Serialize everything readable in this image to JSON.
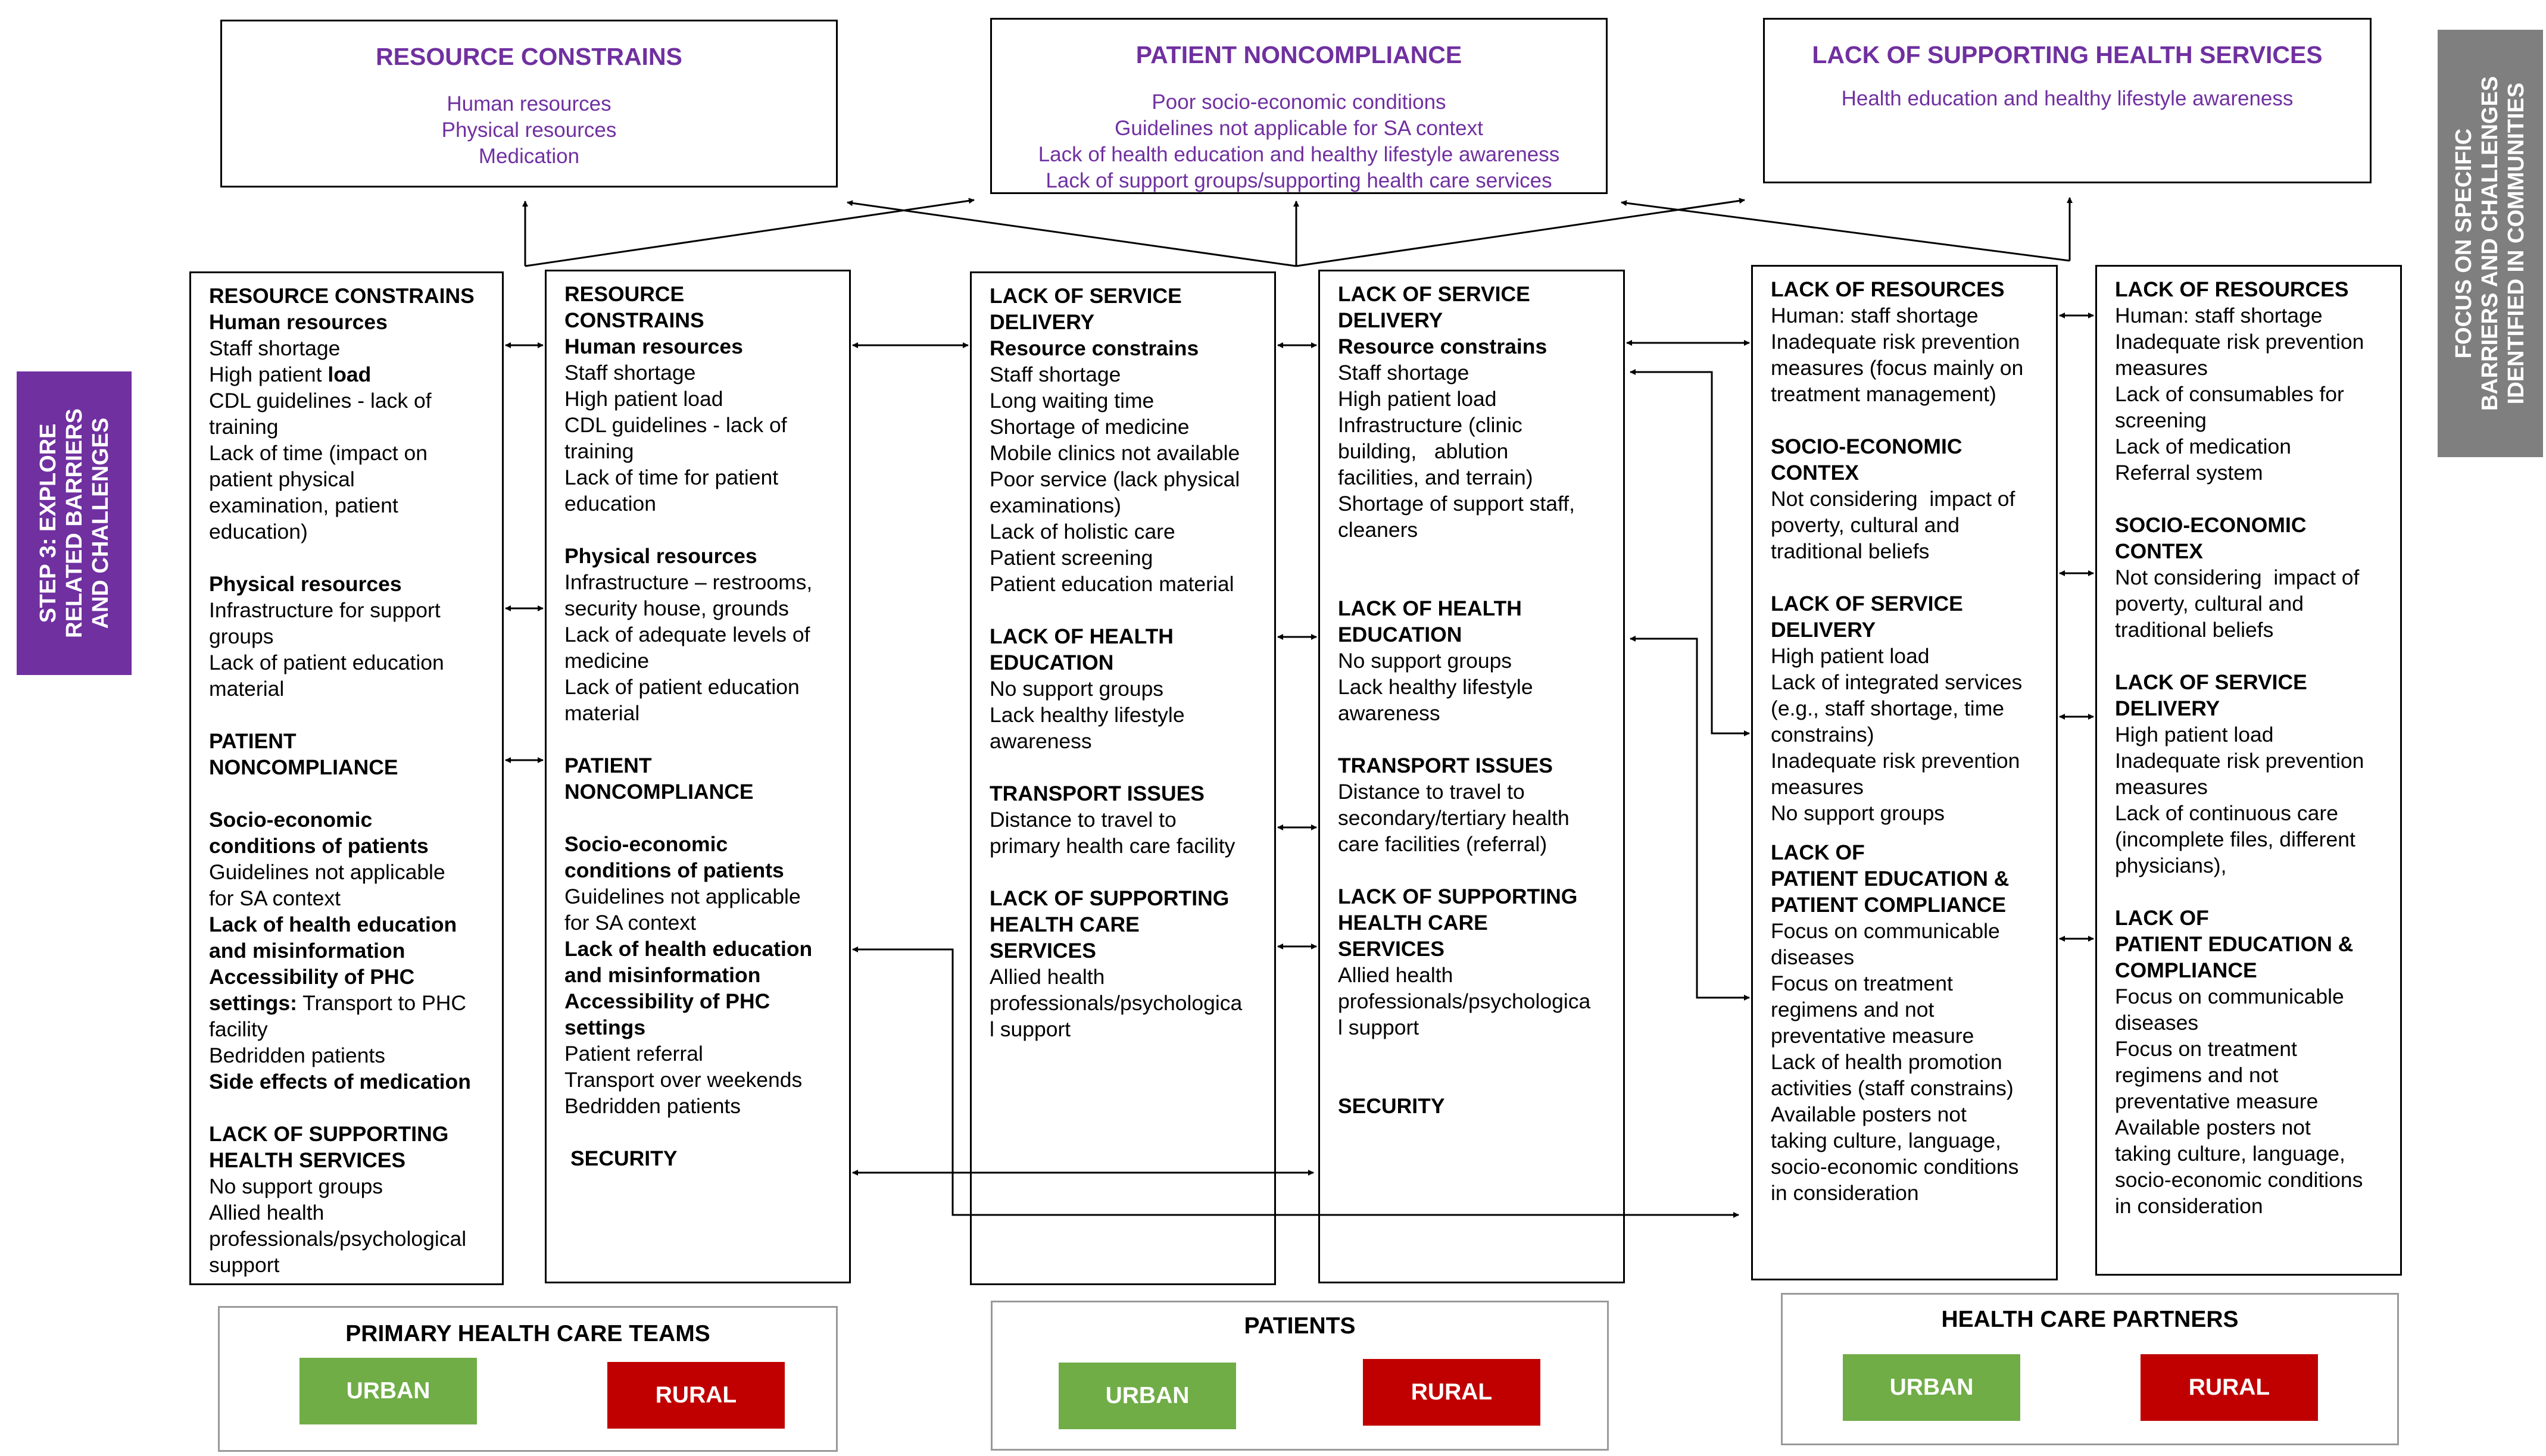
{
  "side_left": {
    "line1": "STEP 3: EXPLORE",
    "line2": "RELATED BARRIERS",
    "line3": "AND CHALLENGES",
    "color": "#7030a0"
  },
  "side_right": {
    "line1": "FOCUS ON SPECIFIC",
    "line2": "BARRIERS AND CHALLENGES",
    "line3": "IDENTIFIED IN COMMUNITIES",
    "color": "#7f7f7f"
  },
  "top": [
    {
      "title": "RESOURCE CONSTRAINS",
      "items": [
        "Human resources",
        "Physical resources",
        "Medication"
      ]
    },
    {
      "title": "PATIENT NONCOMPLIANCE",
      "items": [
        "Poor socio-economic conditions",
        "Guidelines not applicable for SA context",
        "Lack of health education and healthy lifestyle awareness",
        "Lack of support groups/supporting health care services"
      ]
    },
    {
      "title": "LACK OF SUPPORTING HEALTH SERVICES",
      "items": [
        "Health education and healthy lifestyle awareness"
      ]
    }
  ],
  "columns": {
    "c1": {
      "l1": "RESOURCE CONSTRAINS",
      "l2": "Human resources",
      "l3": "Staff shortage",
      "l4a": "High patient ",
      "l4b": "load",
      "l5": "CDL guidelines - lack of",
      "l6": "training",
      "l7": "Lack of time (impact on",
      "l8": "patient physical",
      "l9": "examination, patient",
      "l10": "education)",
      "l11": "Physical resources",
      "l12": "Infrastructure for support",
      "l13": "groups",
      "l14": "Lack of patient education",
      "l15": "material",
      "l16": "PATIENT",
      "l17": "NONCOMPLIANCE",
      "l18": "Socio-economic",
      "l19": "conditions of patients",
      "l20": "Guidelines not applicable",
      "l21": "for SA context",
      "l22": "Lack of health education",
      "l23": "and misinformation",
      "l24": "Accessibility of PHC",
      "l25a": "settings:",
      "l25b": " Transport to PHC",
      "l26": "facility",
      "l27": "Bedridden patients",
      "l28": "Side effects of medication",
      "l29": "LACK OF SUPPORTING",
      "l30": "HEALTH SERVICES",
      "l31": "No support groups",
      "l32": "Allied health",
      "l33": "professionals/psychological",
      "l34": "support"
    },
    "c2": {
      "l1": "RESOURCE",
      "l2": "CONSTRAINS",
      "l3": "Human resources",
      "l4": "Staff shortage",
      "l5": "High patient load",
      "l6": "CDL guidelines - lack of",
      "l7": "training",
      "l8": "Lack of time for patient",
      "l9": "education",
      "l10": "Physical resources",
      "l11": "Infrastructure – restrooms,",
      "l12": "security house, grounds",
      "l13": "Lack of adequate levels of",
      "l14": "medicine",
      "l15": "Lack of patient education",
      "l16": "material",
      "l17": "PATIENT",
      "l18": "NONCOMPLIANCE",
      "l19": "Socio-economic",
      "l20": "conditions of patients",
      "l21": "Guidelines not applicable",
      "l22": "for SA context",
      "l23": "Lack of health education",
      "l24": "and misinformation",
      "l25": "Accessibility of PHC",
      "l26": "settings",
      "l27": "Patient referral",
      "l28": "Transport over weekends",
      "l29": "Bedridden patients",
      "l30": "SECURITY"
    },
    "c3": {
      "l1": "LACK OF SERVICE",
      "l2": "DELIVERY",
      "l3": "Resource constrains",
      "l4": "Staff shortage",
      "l5": "Long waiting time",
      "l6": "Shortage of medicine",
      "l7": "Mobile clinics not available",
      "l8": "Poor service (lack physical",
      "l9": "examinations)",
      "l10": "Lack of holistic care",
      "l11": "Patient screening",
      "l12": "Patient education material",
      "l13": "LACK OF HEALTH",
      "l14": "EDUCATION",
      "l15": "No support groups",
      "l16": "Lack healthy lifestyle",
      "l17": "awareness",
      "l18": "TRANSPORT ISSUES",
      "l19": "Distance to travel to",
      "l20": "primary health care facility",
      "l21": "LACK OF SUPPORTING",
      "l22": "HEALTH CARE",
      "l23": "SERVICES",
      "l24": "Allied health",
      "l25": "professionals/psychologica",
      "l26": "l support"
    },
    "c4": {
      "l1": "LACK OF SERVICE",
      "l2": "DELIVERY",
      "l3": "Resource constrains",
      "l4": "Staff shortage",
      "l5": "High patient load",
      "l6": "Infrastructure (clinic",
      "l7": "building,   ablution",
      "l8": "facilities, and terrain)",
      "l9": "Shortage of support staff,",
      "l10": "cleaners",
      "l11": "LACK OF HEALTH",
      "l12": "EDUCATION",
      "l13": "No support groups",
      "l14": "Lack healthy lifestyle",
      "l15": "awareness",
      "l16": "TRANSPORT ISSUES",
      "l17": "Distance to travel to",
      "l18": "secondary/tertiary health",
      "l19": "care facilities (referral)",
      "l20": "LACK OF SUPPORTING",
      "l21": "HEALTH CARE",
      "l22": "SERVICES",
      "l23": "Allied health",
      "l24": "professionals/psychologica",
      "l25": "l support",
      "l26": "SECURITY"
    },
    "c5": {
      "l1": "LACK OF RESOURCES",
      "l2": "Human: staff shortage",
      "l3": "Inadequate risk prevention",
      "l4": "measures (focus mainly on",
      "l5": "treatment management)",
      "l6": "SOCIO-ECONOMIC",
      "l7": "CONTEX",
      "l8": "Not considering  impact of",
      "l9": "poverty, cultural and",
      "l10": "traditional beliefs",
      "l11": "LACK OF SERVICE",
      "l12": "DELIVERY",
      "l13": "High patient load",
      "l14": "Lack of integrated services",
      "l15": "(e.g., staff shortage, time",
      "l16": "constrains)",
      "l17": "Inadequate risk prevention",
      "l18": "measures",
      "l19": "No support groups",
      "l20": "LACK OF",
      "l21": "PATIENT EDUCATION &",
      "l22": "PATIENT COMPLIANCE",
      "l23": "Focus on communicable",
      "l24": "diseases",
      "l25": "Focus on treatment",
      "l26": "regimens and not",
      "l27": "preventative measure",
      "l28": "Lack of health promotion",
      "l29": "activities (staff constrains)",
      "l30": "Available posters not",
      "l31": "taking culture, language,",
      "l32": "socio-economic conditions",
      "l33": "in consideration"
    },
    "c6": {
      "l1": "LACK OF RESOURCES",
      "l2": "Human: staff shortage",
      "l3": "Inadequate risk prevention",
      "l4": "measures",
      "l5": "Lack of consumables for",
      "l6": "screening",
      "l7": "Lack of medication",
      "l8": "Referral system",
      "l9": "SOCIO-ECONOMIC",
      "l10": "CONTEX",
      "l11": "Not considering  impact of",
      "l12": "poverty, cultural and",
      "l13": "traditional beliefs",
      "l14": "LACK OF SERVICE",
      "l15": "DELIVERY",
      "l16": "High patient load",
      "l17": "Inadequate risk prevention",
      "l18": "measures",
      "l19": "Lack of continuous care",
      "l20": "(incomplete files, different",
      "l21": "physicians),",
      "l22": "LACK OF",
      "l23": "PATIENT EDUCATION &",
      "l24": "COMPLIANCE",
      "l25": "Focus on communicable",
      "l26": "diseases",
      "l27": "Focus on treatment",
      "l28": "regimens and not",
      "l29": "preventative measure",
      "l30": "Available posters not",
      "l31": "taking culture, language,",
      "l32": "socio-economic conditions",
      "l33": "in consideration"
    }
  },
  "bottom": [
    {
      "title": "PRIMARY HEALTH CARE TEAMS",
      "urban": "URBAN",
      "rural": "RURAL"
    },
    {
      "title": "PATIENTS",
      "urban": "URBAN",
      "rural": "RURAL"
    },
    {
      "title": "HEALTH CARE PARTNERS",
      "urban": "URBAN",
      "rural": "RURAL"
    }
  ],
  "colors": {
    "accent": "#7030a0",
    "urban": "#70ad47",
    "rural": "#c00000",
    "side_grey": "#7f7f7f"
  }
}
